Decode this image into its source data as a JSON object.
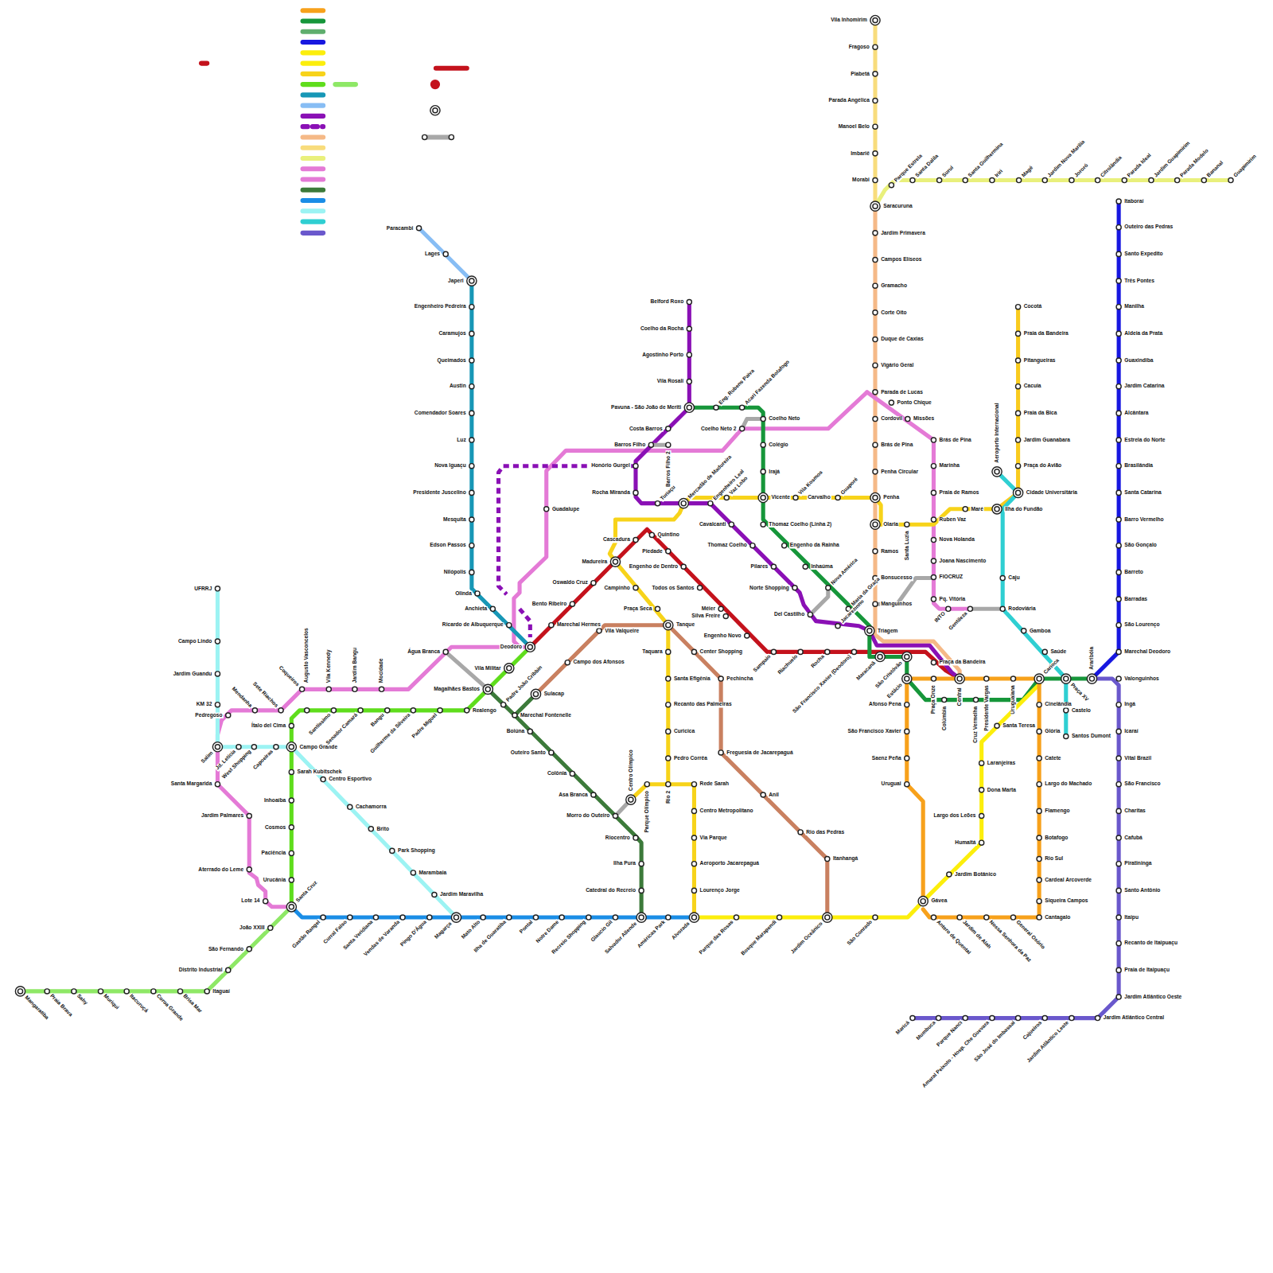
{
  "diagram": {
    "labels": [
      "Vila Inhomirim",
      "Fragoso",
      "Piabetá",
      "Parada Angélica",
      "Manoel Belo",
      "Imbariê",
      "Morabi",
      "Saracuruna",
      "Parque Estrela",
      "Santa Dalila",
      "Suruí",
      "Santa Guilhermina",
      "Iriri",
      "Magé",
      "Jardim Nova Marília",
      "Jororó",
      "Citrolândia",
      "Parada Ideal",
      "Jardim Guapimirim",
      "Parada Modelo",
      "Bananal",
      "Guapimirim",
      "Jardim Primavera",
      "Campos Elíseos",
      "Gramacho",
      "Corte Oito",
      "Duque de Caxias",
      "Vigário Geral",
      "Parada de Lucas",
      "Cordovil",
      "Brás de Pina",
      "Penha Circular",
      "Penha",
      "Olaria",
      "Ramos",
      "Bonsucesso",
      "Manguinhos",
      "Triagem",
      "Ponto Chique",
      "Missões",
      "Brás de Pina",
      "Marinha",
      "Praia de Ramos",
      "Ruben Vaz",
      "Nova Holanda",
      "Joana Nascimento",
      "FIOCRUZ",
      "Pq. Vitória",
      "INTO",
      "Gentileza",
      "Guadalupe",
      "Coelho Neto 2",
      "Vaz Lobo",
      "Vicente",
      "Vila Kosmos",
      "Carvalho",
      "Guaporé",
      "Santa Luzia",
      "Maré",
      "Ilha do Fundão",
      "Cidade Universitária",
      "Praça do Avião",
      "Jardim Guanabara",
      "Praia da Bica",
      "Cacuia",
      "Pitangueiras",
      "Praia da Bandeira",
      "Cocotá",
      "Aeroporto Internacional",
      "Belford Roxo",
      "Coelho da Rocha",
      "Agostinho Porto",
      "Vila Rosali",
      "Pavuna - São João de Meriti",
      "Costa Barros",
      "Barros Filho",
      "Barros Filho 2",
      "Honório Gurgel",
      "Rocha Miranda",
      "Turiaçu",
      "Mercadão de Madureira",
      "Engenheiro Leal",
      "Cavalcanti",
      "Thomaz Coelho",
      "Pilares",
      "Norte Shopping",
      "Del Castilho",
      "Jacarezinho",
      "Eng. Rubens Paiva",
      "Acari Fazenda Botafogo",
      "Coelho Neto",
      "Colégio",
      "Irajá",
      "Thomaz Coelho (Linha 2)",
      "Engenho da Rainha",
      "Inhaúma",
      "Nova América",
      "Maria da Graça",
      "Maracanã",
      "São Cristóvão",
      "Estácio",
      "Praça Onze",
      "Colúmbia",
      "Central",
      "Cruz Vermelha",
      "Presidente Vargas",
      "Uruguaiana",
      "Carioca",
      "Praça XV",
      "Araribóia",
      "Marechal Hermes",
      "Bento Ribeiro",
      "Oswaldo Cruz",
      "Madureira",
      "Cascadura",
      "Quintino",
      "Piedade",
      "Engenho de Dentro",
      "Todos os Santos",
      "Méier",
      "Silva Freire",
      "Engenho Novo",
      "Sampaio",
      "Riachuelo",
      "Rocha",
      "São Francisco Xavier (Deodoro)",
      "Praça da Bandeira",
      "Urucânia",
      "Paciência",
      "Cosmos",
      "Inhoaíba",
      "Sarah Kubitschek",
      "Campo Grande",
      "Ítalo del Cima",
      "Augusto Vasconcelos",
      "Santíssimo",
      "Senador Camará",
      "Bangu",
      "Guilherme da Silveira",
      "Padre Miguel",
      "Realengo",
      "Magalhães Bastos",
      "Vila Militar",
      "Deodoro",
      "Coqueiros",
      "Sete Riachos",
      "Mendanha",
      "Pedregoso",
      "Vila Kennedy",
      "Jardim Bangu",
      "Mocidade",
      "Água Branca",
      "Santa Margarida",
      "Jardim Palmares",
      "Aterrado do Leme",
      "Lote 14",
      "Japeri",
      "Engenheiro Pedreira",
      "Caramujos",
      "Queimados",
      "Austin",
      "Comendador Soares",
      "Luz",
      "Nova Iguaçu",
      "Presidente Juscelino",
      "Mesquita",
      "Edson Passos",
      "Nilópolis",
      "Olinda",
      "Anchieta",
      "Ricardo de Albuquerque",
      "Paracambi",
      "Lages",
      "Padre João Cribbin",
      "Marechal Fontenelle",
      "Boiúna",
      "Outeiro Santo",
      "Colônia",
      "Asa Branca",
      "Morro do Outeiro",
      "Riocentro",
      "Ilha Pura",
      "Catedral do Recreio",
      "Salvador Allende",
      "Sulacap",
      "Campo dos Afonsos",
      "Vila Valqueire",
      "Tanque",
      "Center Shopping",
      "Pechincha",
      "Freguesia de Jacarepaguá",
      "Anil",
      "Rio das Pedras",
      "Itanhangá",
      "Jardim Oceânico",
      "Campinho",
      "Praça Seca",
      "Taquara",
      "Santa Efigênia",
      "Recanto das Palmeiras",
      "Curicica",
      "Pedro Corrêa",
      "Rio 2",
      "Rede Sarah",
      "Centro Metropolitano",
      "Via Parque",
      "Aeroporto Jacarepaguá",
      "Lourenço Jorge",
      "Alvorada",
      "Parque Olímpico",
      "Centro Olímpico",
      "Gastão Rangel",
      "Curral Falso",
      "Santa Veridiana",
      "Vendas de Varanda",
      "Pingo D'Água",
      "Magarça",
      "Mato Alto",
      "Ilha de Guaratiba",
      "Pontal",
      "Notre Dame",
      "Recreio Shopping",
      "Glaucio Gil",
      "Américas Park",
      "Parque das Rosas",
      "Bosque Marapendi",
      "São Conrado",
      "Gávea",
      "Jardim Botânico",
      "Humaitá",
      "Largo dos Leões",
      "Dona Marta",
      "Laranjeiras",
      "Santa Teresa",
      "Uruguai",
      "Saenz Peña",
      "São Francisco Xavier",
      "Afonso Pena",
      "Cinelândia",
      "Glória",
      "Catete",
      "Largo do Machado",
      "Flamengo",
      "Botafogo",
      "Rio Sul",
      "Cardeal Arcoverde",
      "Siqueira Campos",
      "Cantagalo",
      "General Osório",
      "Nossa Senhora da Paz",
      "Jardim de Alah",
      "Antero de Quental",
      "Itaboraí",
      "Outeiro das Pedras",
      "Santo Expedito",
      "Três Pontes",
      "Manilha",
      "Aldeia da Prata",
      "Guaxindiba",
      "Jardim Catarina",
      "Alcântara",
      "Estrela do Norte",
      "Brasilândia",
      "Santa Catarina",
      "Barro Vermelho",
      "São Gonçalo",
      "Barreto",
      "Barradas",
      "São Lourenço",
      "Marechal Deodoro",
      "Valonguinhos",
      "Ingá",
      "Icaraí",
      "Vital Brazil",
      "São Francisco",
      "Charitas",
      "Cafubá",
      "Piratininga",
      "Santo Antônio",
      "Itaipu",
      "Recanto de Itaipuaçu",
      "Praia de Itaipuaçu",
      "Jardim Atlântico Oeste",
      "Jardim Atlântico Central",
      "Jardim Atlântico Leste",
      "Cajueiros",
      "São José do Imbassaí",
      "Amaral Peixoto - Hosp. Che Guevara",
      "Parque Nanci",
      "Mumbuca",
      "Maricá",
      "Caju",
      "Rodoviária",
      "Gamboa",
      "Saúde",
      "Castelo",
      "Santos Dumont",
      "UFRRJ",
      "Campo Lindo",
      "Jardim Guandu",
      "KM 32",
      "Salim",
      "Jd. Letícia",
      "West Shopping",
      "Capoeiras",
      "Centro Esportivo",
      "Cachamorra",
      "Brito",
      "Park Shopping",
      "Marambaia",
      "Jardim Maravilha",
      "Mangaratiba",
      "Praia Brava",
      "Sahy",
      "Muriqui",
      "Itacuruçá",
      "Coroa Grande",
      "Brisa Mar",
      "Itaguaí",
      "Distrito Industrial",
      "São Fernando",
      "João XXIII",
      "Santa Cruz"
    ]
  }
}
